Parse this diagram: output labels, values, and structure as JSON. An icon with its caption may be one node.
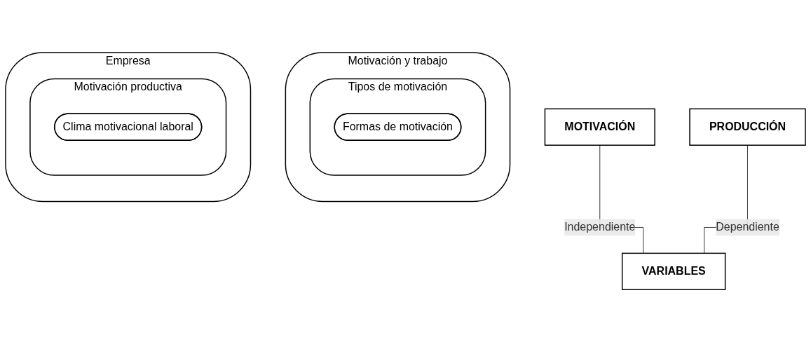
{
  "diagram": {
    "nodes": [
      {
        "text": [
          "Motivación y trabajo"
        ]
      },
      {
        "text": [
          "Tipos de motivación"
        ],
        "in": 0
      },
      {
        "text": [
          "Formas de motivación"
        ],
        "in": 1
      },
      {
        "text": [
          "MOTIVACIÓN"
        ]
      },
      {
        "text": [
          "Empresa"
        ]
      },
      {
        "text": [
          "Motivación productiva"
        ],
        "in": 4
      },
      {
        "text": [
          "Clima motivacional laboral"
        ],
        "in": 5
      },
      {
        "text": [
          "PRODUCCIÓN"
        ]
      },
      {
        "text": [
          "VARIABLES"
        ]
      }
    ],
    "edges": [
      {
        "from": 3,
        "to": 8,
        "arrow": "none",
        "label": "Independiente"
      },
      {
        "from": 7,
        "to": 8,
        "arrow": "none",
        "label": "Dependiente"
      }
    ]
  }
}
